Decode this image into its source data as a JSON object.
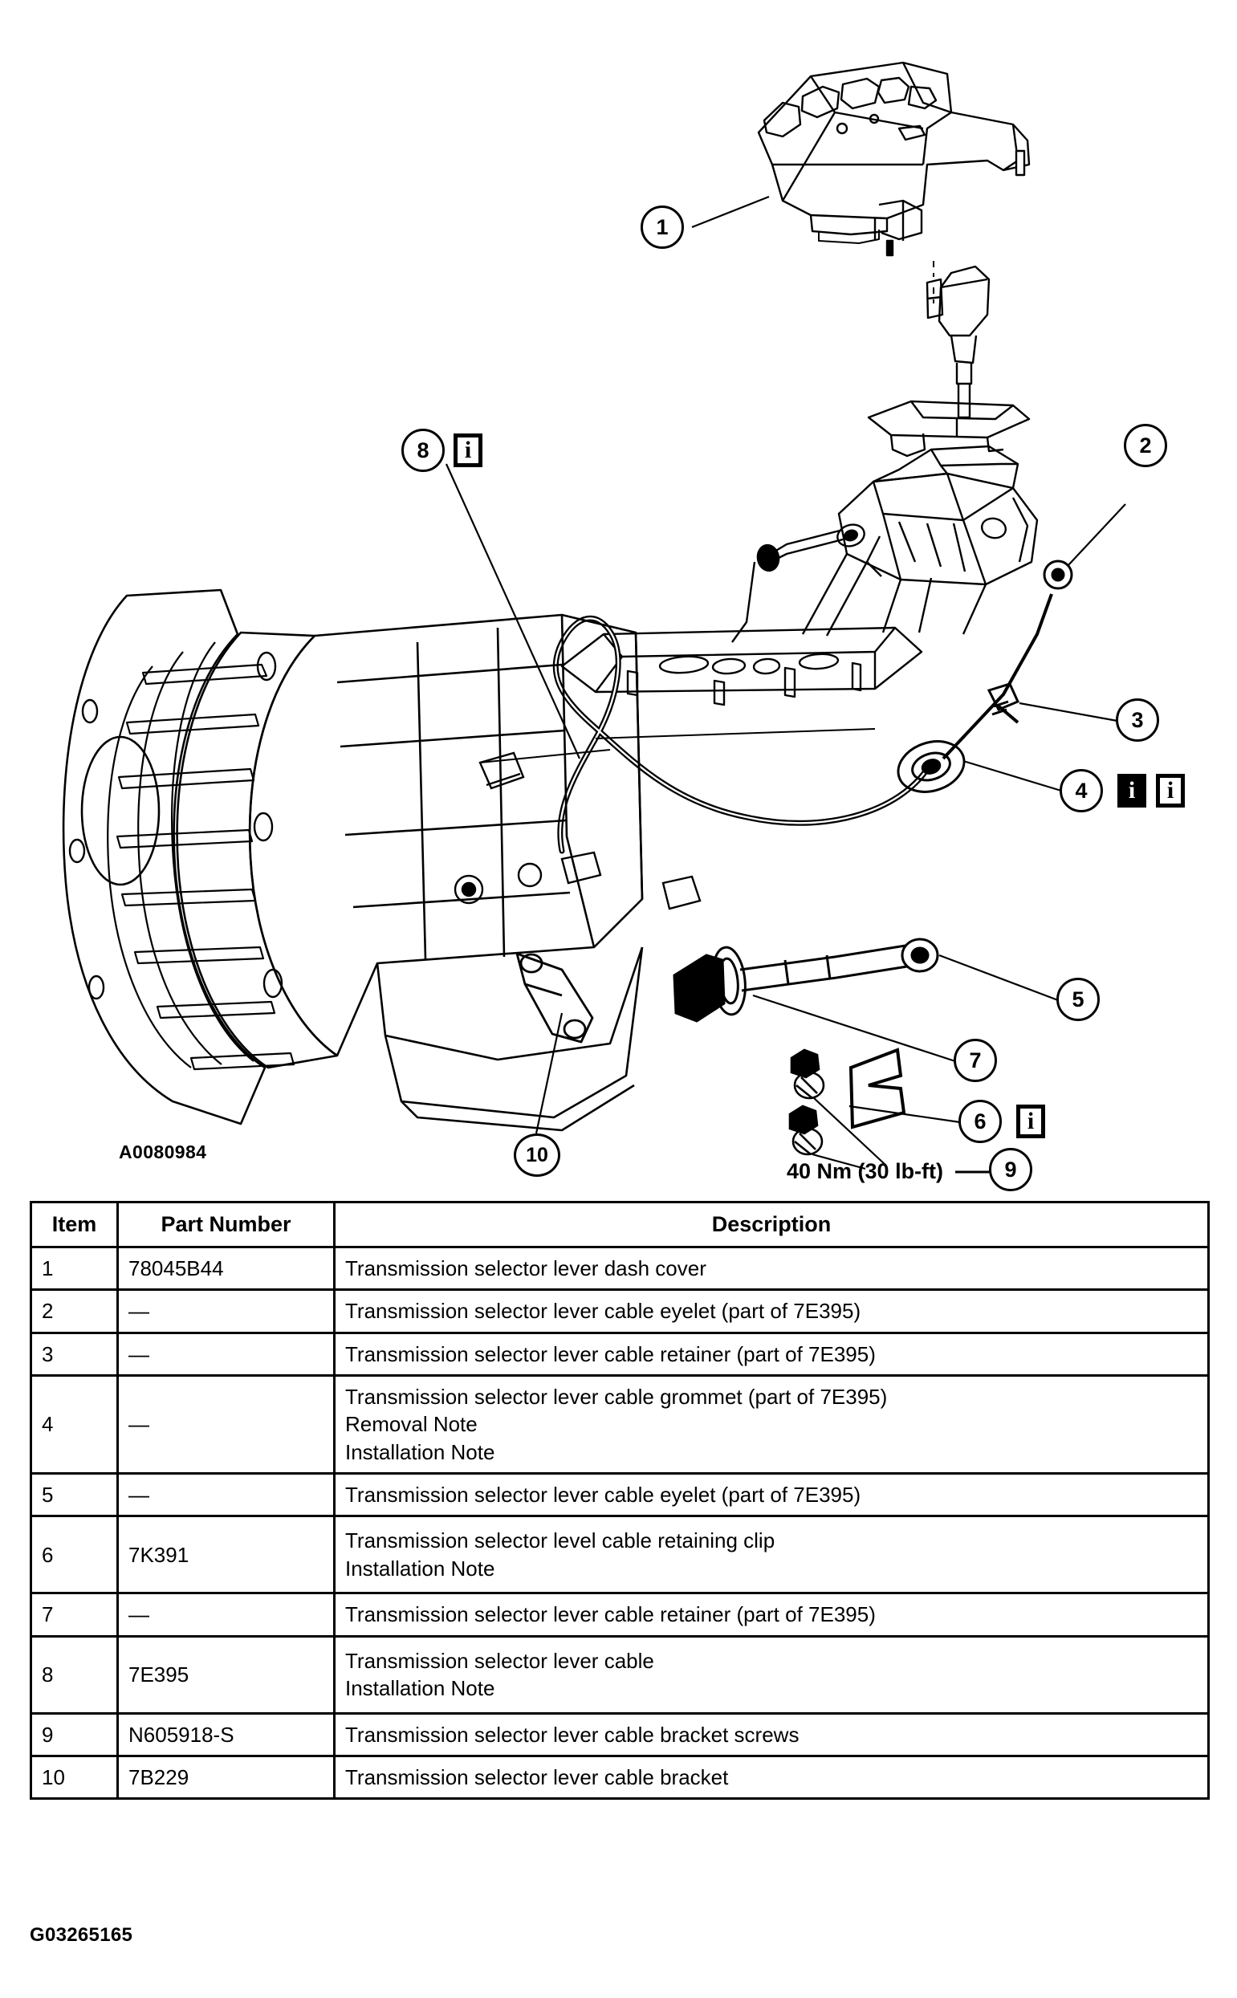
{
  "figure": {
    "figure_id": "A0080984",
    "sheet_code": "G03265165",
    "torque_note": "40 Nm (30 lb-ft)",
    "callouts": [
      {
        "id": "1",
        "label": "1"
      },
      {
        "id": "2",
        "label": "2"
      },
      {
        "id": "3",
        "label": "3"
      },
      {
        "id": "4",
        "label": "4"
      },
      {
        "id": "5",
        "label": "5"
      },
      {
        "id": "6",
        "label": "6"
      },
      {
        "id": "7",
        "label": "7"
      },
      {
        "id": "8",
        "label": "8"
      },
      {
        "id": "9",
        "label": "9"
      },
      {
        "id": "10",
        "label": "10"
      }
    ],
    "info_icons": {
      "outline_glyph": "i",
      "filled_glyph": "i"
    }
  },
  "table": {
    "headers": {
      "item": "Item",
      "part_number": "Part Number",
      "description": "Description"
    },
    "rows": [
      {
        "item": "1",
        "part_number": "78045B44",
        "description": [
          "Transmission selector lever dash cover"
        ]
      },
      {
        "item": "2",
        "part_number": "—",
        "description": [
          "Transmission selector lever cable eyelet (part of 7E395)"
        ]
      },
      {
        "item": "3",
        "part_number": "—",
        "description": [
          "Transmission selector lever cable retainer (part of 7E395)"
        ]
      },
      {
        "item": "4",
        "part_number": "—",
        "description": [
          "Transmission selector lever cable grommet (part of 7E395)",
          "Removal Note",
          "Installation Note"
        ]
      },
      {
        "item": "5",
        "part_number": "—",
        "description": [
          "Transmission selector lever cable eyelet (part of 7E395)"
        ]
      },
      {
        "item": "6",
        "part_number": "7K391",
        "description": [
          "Transmission selector level cable retaining clip",
          "Installation Note"
        ]
      },
      {
        "item": "7",
        "part_number": "—",
        "description": [
          "Transmission selector lever cable retainer (part of 7E395)"
        ]
      },
      {
        "item": "8",
        "part_number": "7E395",
        "description": [
          "Transmission selector lever cable",
          "Installation Note"
        ]
      },
      {
        "item": "9",
        "part_number": "N605918-S",
        "description": [
          "Transmission selector lever cable bracket screws"
        ]
      },
      {
        "item": "10",
        "part_number": "7B229",
        "description": [
          "Transmission selector lever cable bracket"
        ]
      }
    ]
  }
}
